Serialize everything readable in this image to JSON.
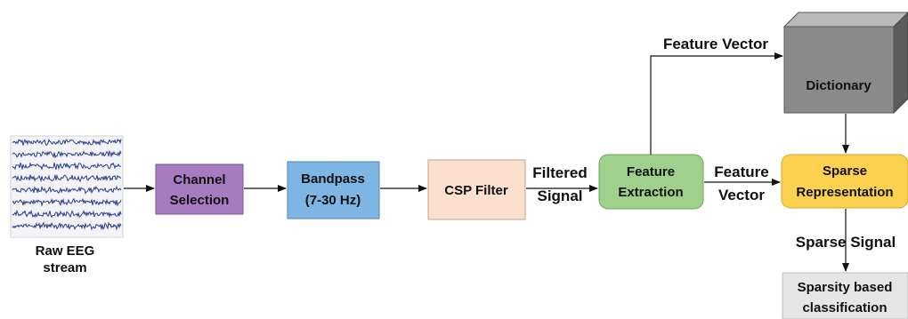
{
  "nodes": {
    "raw_eeg": {
      "line1": "Raw EEG",
      "line2": "stream",
      "trace_color": "#2b3f8f"
    },
    "channel_selection": {
      "line1": "Channel",
      "line2": "Selection",
      "fill": "#a77bc0"
    },
    "bandpass": {
      "line1": "Bandpass",
      "line2": "(7-30 Hz)",
      "fill": "#7fb5e3"
    },
    "csp_filter": {
      "label": "CSP Filter",
      "fill": "#fbe0cf"
    },
    "feature_extraction": {
      "line1": "Feature",
      "line2": "Extraction",
      "fill": "#9fd08c"
    },
    "sparse_representation": {
      "line1": "Sparse",
      "line2": "Representation",
      "fill": "#fcd14f"
    },
    "dictionary": {
      "label": "Dictionary",
      "fill": "#8a8a8a"
    },
    "sparsity_classification": {
      "line1": "Sparsity based",
      "line2": "classification",
      "fill": "#e6e6e6"
    }
  },
  "edge_labels": {
    "filtered_signal": {
      "line1": "Filtered",
      "line2": "Signal"
    },
    "feature_vector_right": {
      "line1": "Feature",
      "line2": "Vector"
    },
    "feature_vector_top": "Feature Vector",
    "sparse_signal": "Sparse Signal"
  }
}
